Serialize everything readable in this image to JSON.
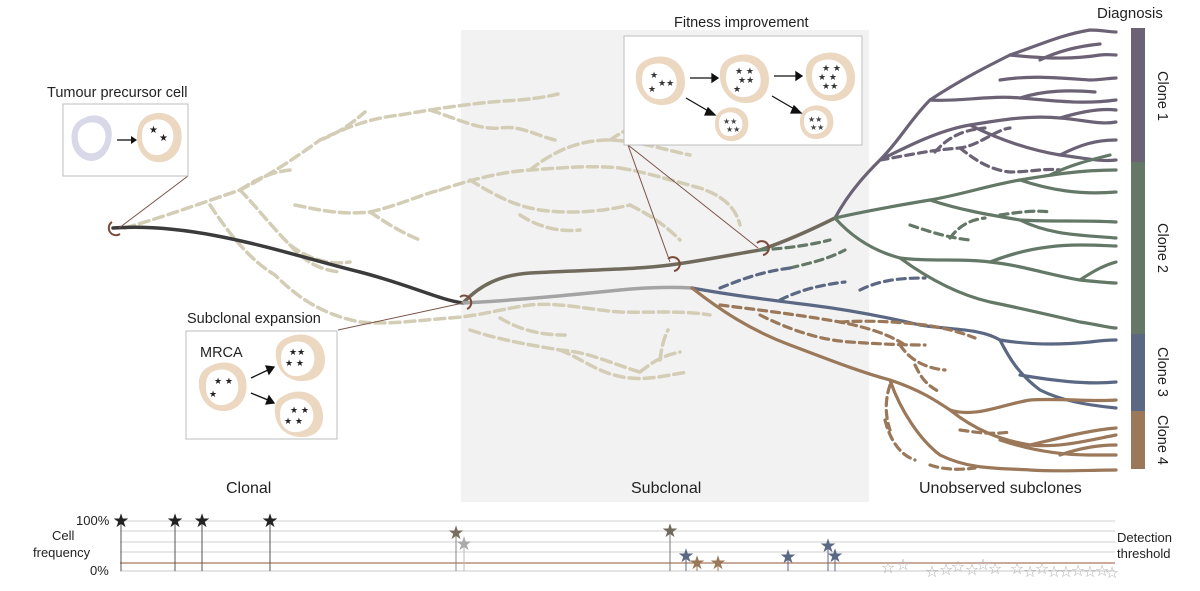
{
  "labels": {
    "diagnosis": "Diagnosis",
    "tumour_precursor": "Tumour precursor cell",
    "fitness_improvement": "Fitness improvement",
    "subclonal_expansion": "Subclonal expansion",
    "mrca": "MRCA",
    "clonal": "Clonal",
    "subclonal": "Subclonal",
    "unobserved": "Unobserved subclones",
    "percent_100": "100%",
    "percent_0": "0%",
    "cell": "Cell",
    "frequency": "frequency",
    "detection": "Detection",
    "threshold": "threshold"
  },
  "clones": [
    {
      "label": "Clone 1",
      "color": "#6b6276"
    },
    {
      "label": "Clone 2",
      "color": "#637867"
    },
    {
      "label": "Clone 3",
      "color": "#5b6883"
    },
    {
      "label": "Clone 4",
      "color": "#9a7859"
    }
  ],
  "colors": {
    "trunk": "#3b3b3b",
    "unobserved_lineage": "#d3cdb5",
    "shaded_region": "#f2f2f2",
    "precursor_cell": "#d9d8e8",
    "tumour_cell": "#ecd7c0",
    "star_dark": "#222222",
    "detection_line": "#b98e78"
  },
  "cell_frequency": {
    "markers": [
      {
        "x_frac": 0.0,
        "level": "100%"
      },
      {
        "x_frac": 0.06,
        "level": "100%"
      },
      {
        "x_frac": 0.09,
        "level": "100%"
      },
      {
        "x_frac": 0.15,
        "level": "100%"
      }
    ]
  }
}
